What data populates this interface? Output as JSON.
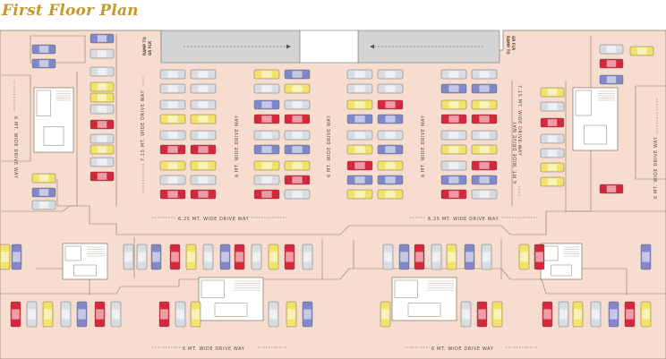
{
  "title": "First Floor Plan",
  "labels": {
    "ramp_left": [
      "RAMP TO",
      "GR FLR"
    ],
    "ramp_right": [
      "RAMP TO",
      "GR FLR"
    ],
    "drive_715_left": "7.15 MT. WIDE DRIVE WAY",
    "drive_715_right": "7.15 MT. WIDE DRIVE WAY",
    "drive_6_vert_a": "6 MT. WIDE DRIVE WAY",
    "drive_6_vert_b": "6 MT. WIDE DRIVE WAY",
    "drive_6_vert_c": "6 MT. WIDE DRIVE WAY",
    "drive_6_vert_d": "6 MT. WIDE DRIVE WAY",
    "drive_6_side_left": "6 MT. WIDE DRIVE WAY",
    "drive_6_side_right": "6 MT. WIDE DRIVE WAY",
    "drive_625_left": "6.25 MT. WIDE DRIVE WAY",
    "drive_625_right": "6.25 MT. WIDE DRIVE WAY",
    "drive_bottom_left": "6 MT. WIDE DRIVE WAY",
    "drive_bottom_right": "6 MT. WIDE DRIVE WAY"
  },
  "colors": {
    "background": "#f7ddd0",
    "outline": "#8a7a6a",
    "ramp_fill": "#d4d4d4",
    "car_grey": "#d9dde2",
    "car_yellow": "#f3e26a",
    "car_red": "#d6283c",
    "car_blue": "#8088c8",
    "title": "#c49a2c"
  }
}
